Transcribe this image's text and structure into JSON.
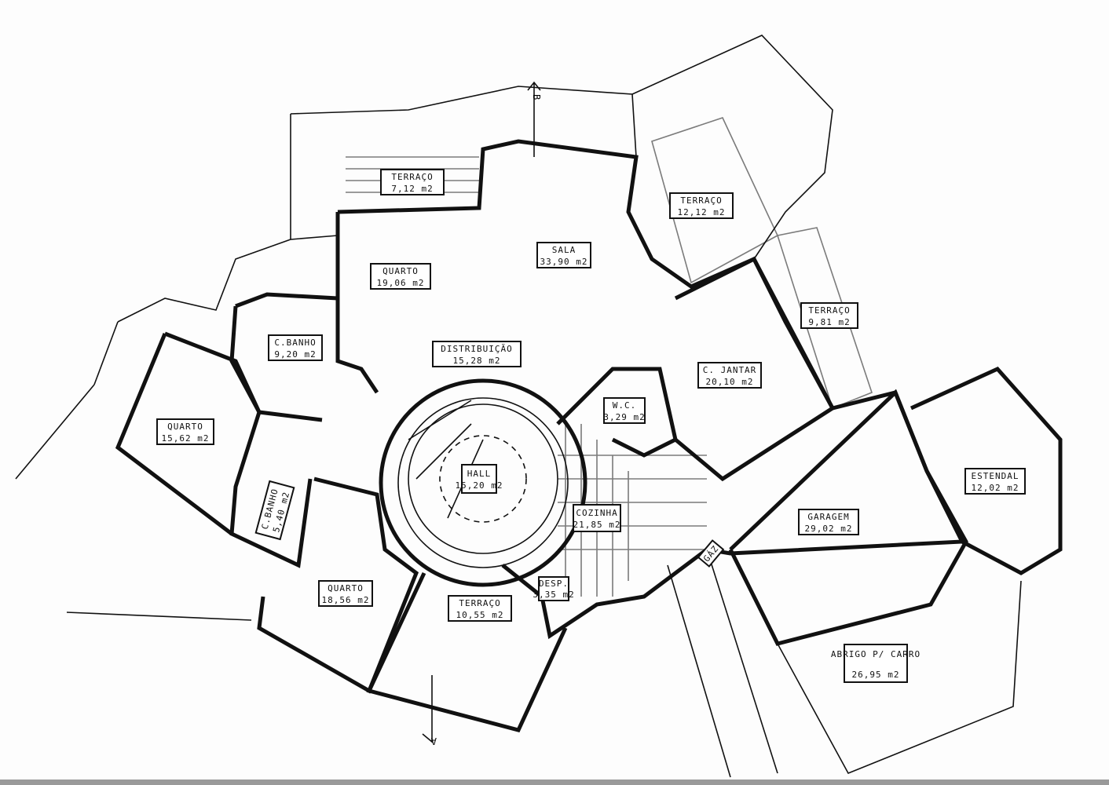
{
  "rooms": [
    {
      "name": "TERRAÇO",
      "area": "7,12 m2"
    },
    {
      "name": "QUARTO",
      "area": "19,06 m2"
    },
    {
      "name": "SALA",
      "area": "33,90 m2"
    },
    {
      "name": "TERRAÇO",
      "area": "12,12 m2"
    },
    {
      "name": "TERRAÇO",
      "area": "9,81 m2"
    },
    {
      "name": "C. JANTAR",
      "area": "20,10 m2"
    },
    {
      "name": "C.BANHO",
      "area": "9,20 m2"
    },
    {
      "name": "DISTRIBUIÇÃO",
      "area": "15,28 m2"
    },
    {
      "name": "QUARTO",
      "area": "15,62 m2"
    },
    {
      "name": "C.BANHO",
      "area": "5,40 m2"
    },
    {
      "name": "HALL",
      "area": "15,20 m2"
    },
    {
      "name": "W.C.",
      "area": "3,29 m2"
    },
    {
      "name": "COZINHA",
      "area": "21,85 m2"
    },
    {
      "name": "GARAGEM",
      "area": "29,02 m2"
    },
    {
      "name": "ESTENDAL",
      "area": "12,02 m2"
    },
    {
      "name": "QUARTO",
      "area": "18,56 m2"
    },
    {
      "name": "TERRAÇO",
      "area": "10,55 m2"
    },
    {
      "name": "DESP.",
      "area": "3,35 m2"
    },
    {
      "name": "ABRIGO P/ CARRO",
      "area": "26,95 m2"
    }
  ],
  "markers": {
    "gas": "GÁZ",
    "section_a": "A",
    "section_b": "B"
  }
}
